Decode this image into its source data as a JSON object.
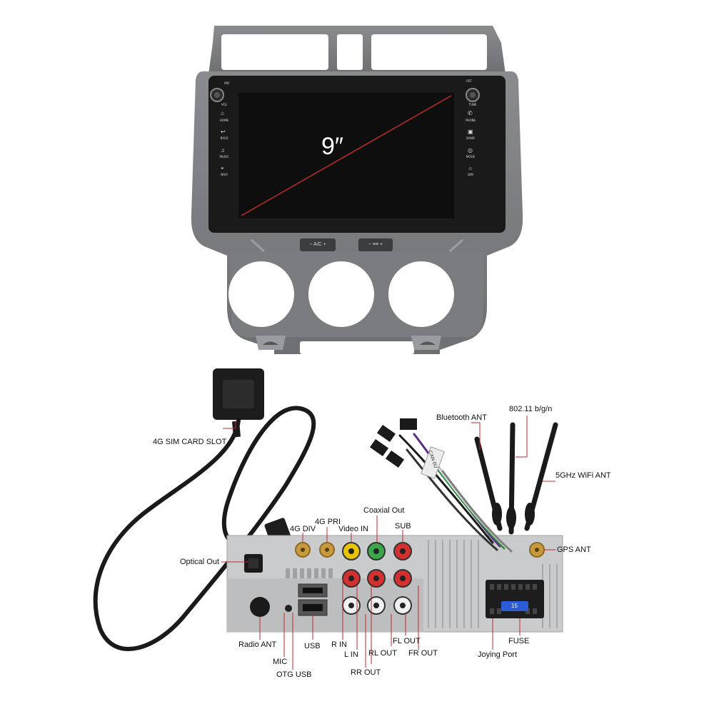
{
  "screen": {
    "size_label": "9″",
    "left_buttons": [
      "MIC",
      "VOL",
      "HOME",
      "BACK",
      "MUSIC",
      "NAVI"
    ],
    "right_buttons": [
      "RST",
      "TUNE",
      "PHONE",
      "BAND",
      "MODE",
      "DIM"
    ],
    "climate_buttons": [
      "−  A/C  +",
      "−  ≡≡  +"
    ]
  },
  "connectors": {
    "sim_slot": "4G SIM CARD SLOT",
    "optical_out": "Optical Out",
    "radio_ant": "Radio ANT",
    "mic": "MIC",
    "otg_usb": "OTG USB",
    "usb": "USB",
    "g4_div": "4G DIV",
    "g4_pri": "4G PRI",
    "video_in": "Video IN",
    "coaxial_out": "Coaxial Out",
    "sub": "SUB",
    "r_in": "R IN",
    "l_in": "L IN",
    "rl_out": "RL OUT",
    "rr_out": "RR OUT",
    "fl_out": "FL OUT",
    "fr_out": "FR OUT",
    "bluetooth_ant": "Bluetooth ANT",
    "wifi_24": "802.11 b/g/n",
    "wifi_5": "5GHz WiFi ANT",
    "gps_ant": "GPS ANT",
    "fuse": "FUSE",
    "joying_port": "Joying Port",
    "fuse_value": "15",
    "cable_tag": "CAN 0U"
  },
  "colors": {
    "frame": "#77787b",
    "screen": "#111111",
    "diagonal": "#c0282b",
    "chassis": "#c9cbcd",
    "gold": "#c89a3c",
    "yellow": "#e8c400",
    "green": "#3aa84a",
    "red": "#d33030",
    "white_jack": "#f0f0f0",
    "fuse": "#2b5cd6"
  }
}
